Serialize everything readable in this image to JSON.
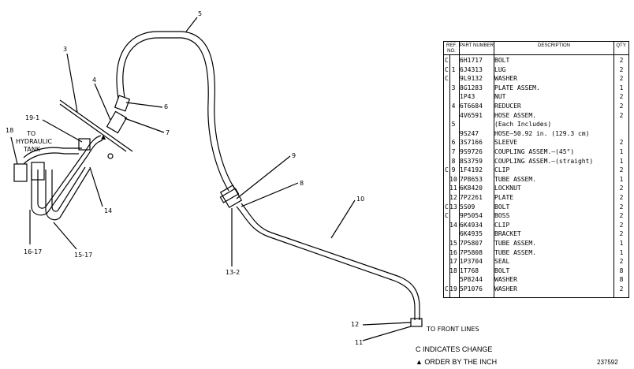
{
  "callouts": {
    "c3": "3",
    "c4": "4",
    "c5": "5",
    "c6": "6",
    "c7": "7",
    "c8": "8",
    "c9": "9",
    "c10": "10",
    "c11": "11",
    "c12": "12",
    "c13": "13-2",
    "c14": "14",
    "c15": "15-17",
    "c16": "16-17",
    "c18": "18",
    "c19": "19-1"
  },
  "labels": {
    "hydraulic_tank_1": "TO",
    "hydraulic_tank_2": "HYDRAULIC",
    "hydraulic_tank_3": "TANK",
    "front_lines": "TO FRONT LINES",
    "triangle": "▲"
  },
  "table": {
    "headers": {
      "ref": "REF. NO.",
      "part": "PART NUMBER",
      "desc": "DESCRIPTION",
      "qty": "QTY."
    },
    "rows": [
      {
        "c": "C",
        "ref": "",
        "pn": "6H1717",
        "desc": "BOLT",
        "qty": "2"
      },
      {
        "c": "C",
        "ref": "1",
        "pn": "6J4313",
        "desc": "LUG",
        "qty": "2"
      },
      {
        "c": "C",
        "ref": "",
        "pn": "9L9132",
        "desc": "WASHER",
        "qty": "2"
      },
      {
        "c": "",
        "ref": "3",
        "pn": "8G1283",
        "desc": "PLATE ASSEM.",
        "qty": "1"
      },
      {
        "c": "",
        "ref": "",
        "pn": "1P43",
        "desc": "NUT",
        "qty": "2"
      },
      {
        "c": "",
        "ref": "4",
        "pn": "6T6684",
        "desc": "REDUCER",
        "qty": "2"
      },
      {
        "c": "",
        "ref": "",
        "pn": "4V6591",
        "desc": "HOSE ASSEM.",
        "qty": "2"
      },
      {
        "c": "",
        "ref": "5",
        "pn": "",
        "desc": "(Each Includes)",
        "qty": ""
      },
      {
        "c": "",
        "ref": "",
        "pn": "9S247",
        "desc": "HOSE—50.92 in. (129.3 cm)",
        "qty": ""
      },
      {
        "c": "",
        "ref": "6",
        "pn": "3S7166",
        "desc": "SLEEVE",
        "qty": "2"
      },
      {
        "c": "",
        "ref": "7",
        "pn": "9S9726",
        "desc": "COUPLING ASSEM.—(45°)",
        "qty": "1"
      },
      {
        "c": "",
        "ref": "8",
        "pn": "8S3759",
        "desc": "COUPLING ASSEM.—(straight)",
        "qty": "1"
      },
      {
        "c": "C",
        "ref": "9",
        "pn": "1F4192",
        "desc": "CLIP",
        "qty": "2"
      },
      {
        "c": "",
        "ref": "10",
        "pn": "7P8653",
        "desc": "TUBE ASSEM.",
        "qty": "1"
      },
      {
        "c": "",
        "ref": "11",
        "pn": "6K8420",
        "desc": "LOCKNUT",
        "qty": "2"
      },
      {
        "c": "",
        "ref": "12",
        "pn": "7P2261",
        "desc": "PLATE",
        "qty": "2"
      },
      {
        "c": "C",
        "ref": "13",
        "pn": "5S09",
        "desc": "BOLT",
        "qty": "2"
      },
      {
        "c": "C",
        "ref": "",
        "pn": "9P5054",
        "desc": "BOSS",
        "qty": "2"
      },
      {
        "c": "",
        "ref": "14",
        "pn": "6K4934",
        "desc": "CLIP",
        "qty": "2"
      },
      {
        "c": "",
        "ref": "",
        "pn": "6K4935",
        "desc": "BRACKET",
        "qty": "2"
      },
      {
        "c": "",
        "ref": "15",
        "pn": "7P5807",
        "desc": "TUBE ASSEM.",
        "qty": "1"
      },
      {
        "c": "",
        "ref": "16",
        "pn": "7P5808",
        "desc": "TUBE ASSEM.",
        "qty": "1"
      },
      {
        "c": "",
        "ref": "17",
        "pn": "1P3704",
        "desc": "SEAL",
        "qty": "2"
      },
      {
        "c": "",
        "ref": "18",
        "pn": "1T768",
        "desc": "BOLT",
        "qty": "8"
      },
      {
        "c": "",
        "ref": "",
        "pn": "5P8244",
        "desc": "WASHER",
        "qty": "8"
      },
      {
        "c": "C",
        "ref": "19",
        "pn": "5P1076",
        "desc": "WASHER",
        "qty": "2"
      }
    ]
  },
  "notes": {
    "change": "C INDICATES CHANGE",
    "order": "▲ ORDER BY THE INCH"
  },
  "drawing_number": "237592"
}
